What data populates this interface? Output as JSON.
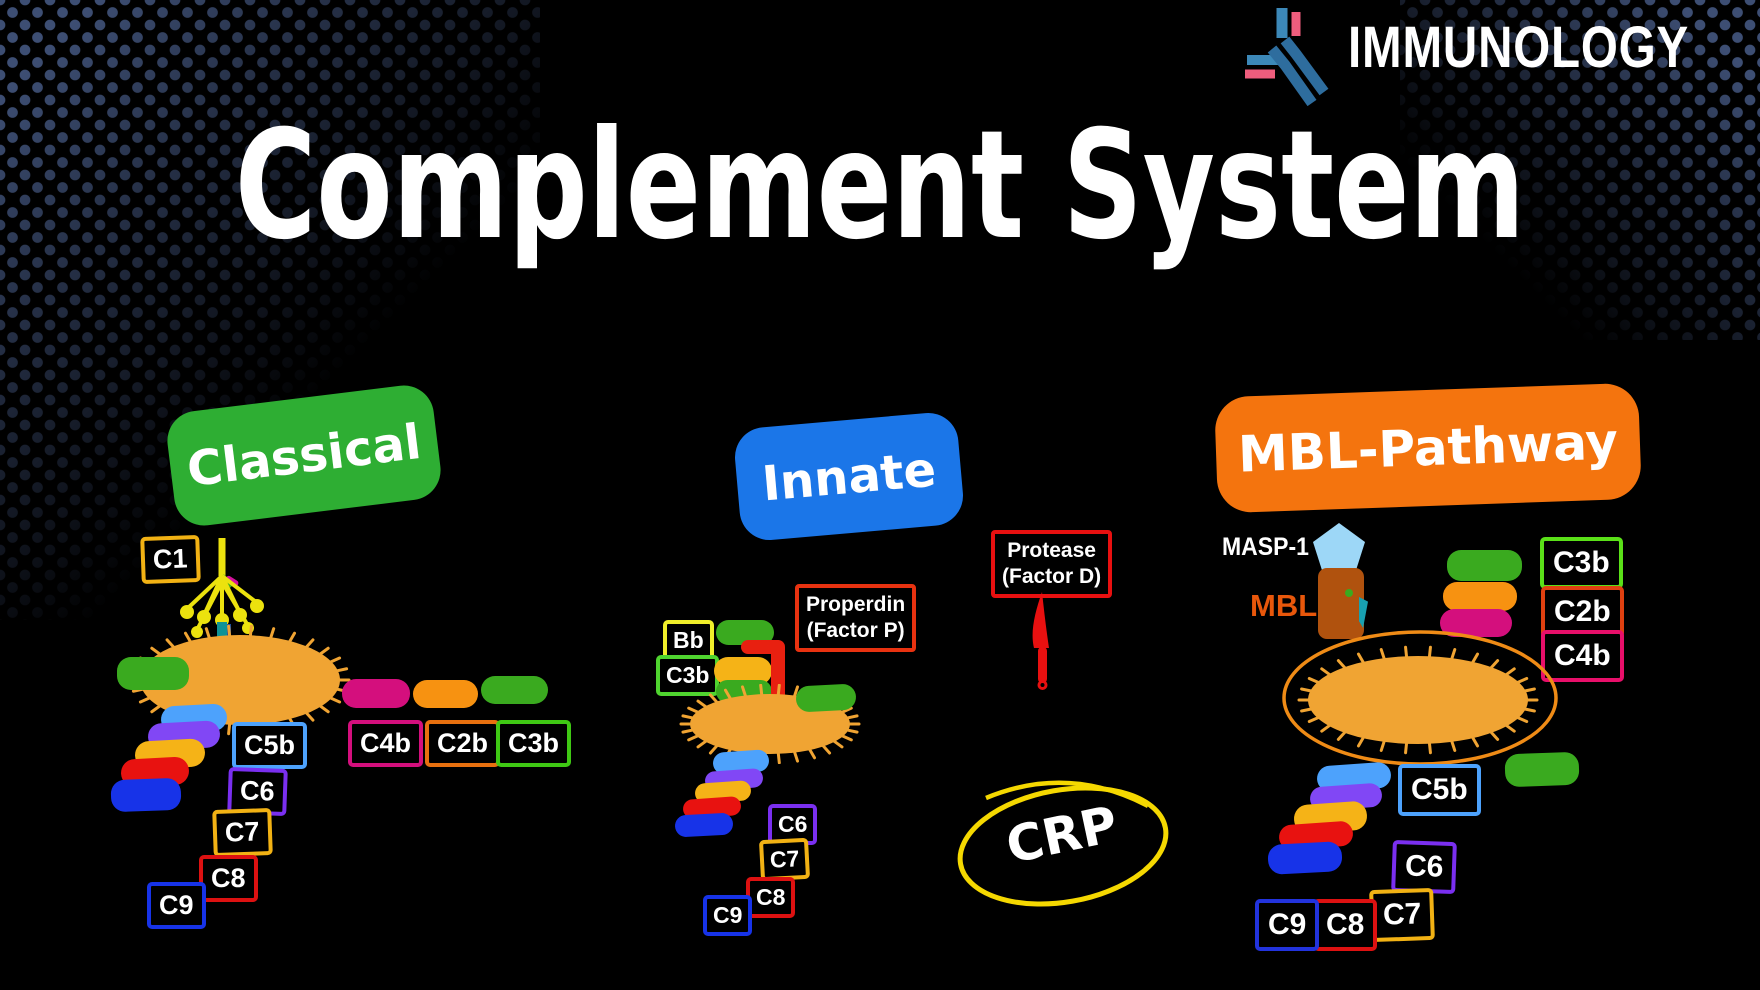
{
  "brand": {
    "name": "IMMUNOLOGY"
  },
  "title": "Complement System",
  "classical": {
    "label": "Classical",
    "tags": {
      "c1": "C1",
      "c5b": "C5b",
      "c6": "C6",
      "c7": "C7",
      "c8": "C8",
      "c9": "C9",
      "c4b": "C4b",
      "c2b": "C2b",
      "c3b": "C3b"
    }
  },
  "innate": {
    "label": "Innate",
    "tags": {
      "bb": "Bb",
      "c3b": "C3b",
      "c6": "C6",
      "c7": "C7",
      "c8": "C8",
      "c9": "C9"
    },
    "properdin_line1": "Properdin",
    "properdin_line2": "(Factor P)",
    "protease_line1": "Protease",
    "protease_line2": "(Factor D)",
    "crp": "CRP"
  },
  "mbl": {
    "label": "MBL-Pathway",
    "masp1": "MASP-1",
    "mbl": "MBL",
    "tags": {
      "c3b": "C3b",
      "c2b": "C2b",
      "c4b": "C4b",
      "c5b": "C5b",
      "c6": "C6",
      "c7": "C7",
      "c8": "C8",
      "c9": "C9"
    }
  },
  "palette": {
    "background": "#000000",
    "halftone_dot": "#3d4e73",
    "classical_green": "#2eae33",
    "innate_blue": "#1b76e8",
    "mbl_orange": "#f4740e",
    "bacteria_orange": "#f0a433",
    "pill_green": "#3aaa1f",
    "pill_magenta": "#d40f7d",
    "pill_orange": "#f79211",
    "pill_lightblue": "#4da2fc",
    "pill_purple": "#8147f5",
    "pill_gold": "#f5b317",
    "pill_red": "#e81210",
    "pill_blue": "#1733e8",
    "properdin_red": "#e82010",
    "knife_red": "#e81010",
    "crp_yellow": "#f5d800",
    "mbl_brown": "#b0520e",
    "masp_pentagon_blue": "#9dd7f7",
    "logo_blue": "#2e6d9e",
    "logo_pink": "#ef5d7d"
  }
}
